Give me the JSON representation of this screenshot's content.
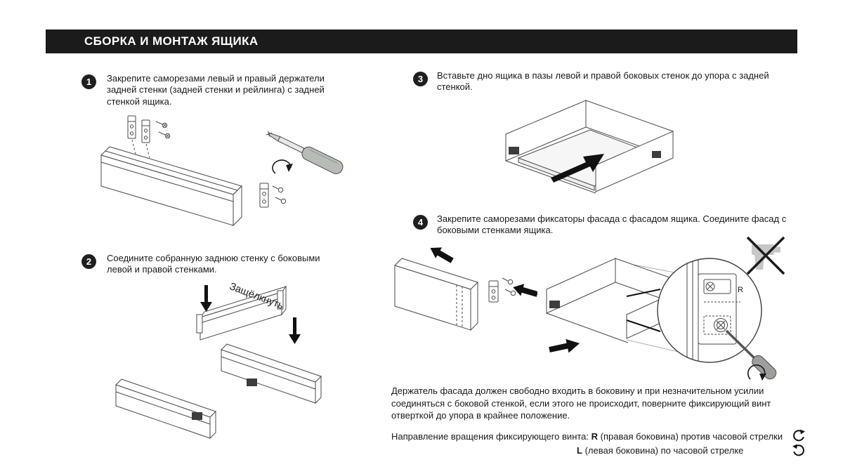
{
  "header": {
    "title": "СБОРКА И МОНТАЖ ЯЩИКА"
  },
  "steps": [
    {
      "num": "1",
      "text": "Закрепите саморезами левый и правый держатели задней стенки (задней стенки и рейлинга) с задней стенкой ящика."
    },
    {
      "num": "2",
      "text": "Соедините собранную заднюю стенку с боковыми левой и правой стенками."
    },
    {
      "num": "3",
      "text": "Вставьте дно ящика в пазы левой и правой боковых стенок до упора с задней стенкой."
    },
    {
      "num": "4",
      "text": "Закрепите саморезами фиксаторы фасада с фасадом ящика. Соедините фасад с боковыми стенками ящика."
    }
  ],
  "labels": {
    "snap": "Защёлкнуть",
    "detail_r": "R"
  },
  "notes": {
    "fit_note": "Держатель фасада должен свободно входить в боковину и при незначительном усилии соединяться с боковой стенкой, если этого не происходит, поверните фиксирующий винт отверткой до упора в крайнее положение.",
    "direction_label": "Направление вращения фиксирующего винта:",
    "r_letter": "R",
    "r_text": "(правая боковина) против часовой стрелки",
    "l_letter": "L",
    "l_text": "(левая боковина) по часовой стрелке"
  },
  "icons": {
    "rotate_ccw": "counterclockwise-arrow-icon",
    "rotate_cw": "clockwise-arrow-icon",
    "no_power_tool": "no-power-screwdriver-icon",
    "screwdriver": "screwdriver-icon"
  },
  "colors": {
    "header_bg": "#1b1b1b",
    "badge_bg": "#1f1f1f",
    "line": "#4a4a4a",
    "arrow": "#111111"
  }
}
